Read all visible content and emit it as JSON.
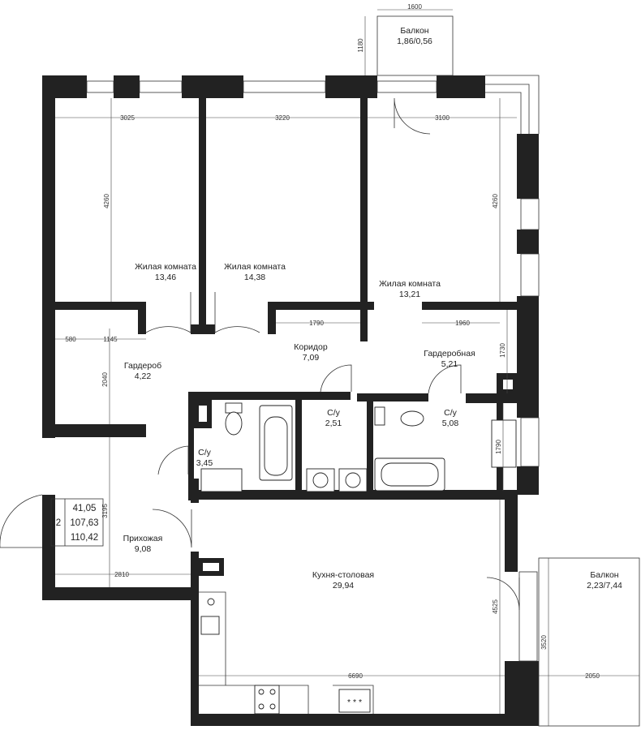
{
  "rooms": [
    {
      "id": "living-1",
      "name": "Жилая комната",
      "area": "13,46"
    },
    {
      "id": "living-2",
      "name": "Жилая комната",
      "area": "14,38"
    },
    {
      "id": "living-3",
      "name": "Жилая комната",
      "area": "13,21"
    },
    {
      "id": "wardrobe",
      "name": "Гардероб",
      "area": "4,22"
    },
    {
      "id": "corridor",
      "name": "Коридор",
      "area": "7,09"
    },
    {
      "id": "dressing-room",
      "name": "Гардеробная",
      "area": "5,21"
    },
    {
      "id": "bath-1",
      "name": "С/у",
      "area": "2,51"
    },
    {
      "id": "bath-2",
      "name": "С/у",
      "area": "5,08"
    },
    {
      "id": "bath-3",
      "name": "С/у",
      "area": "3,45"
    },
    {
      "id": "hallway",
      "name": "Прихожая",
      "area": "9,08"
    },
    {
      "id": "kitchen",
      "name": "Кухня-столовая",
      "area": "29,94"
    },
    {
      "id": "balcony-top",
      "name": "Балкон",
      "area": "1,86/0,56"
    },
    {
      "id": "balcony-right",
      "name": "Балкон",
      "area": "2,23/7,44"
    }
  ],
  "dimensions": {
    "room1_width": "3025",
    "room2_width": "3220",
    "room3_width": "3100",
    "room1_height": "4260",
    "room3_height": "4260",
    "balcony_top_width": "1600",
    "balcony_top_depth": "1180",
    "corridor_left": "1790",
    "corridor_right": "1960",
    "dressing_height": "1730",
    "wardrobe_left": "580",
    "wardrobe_width": "1145",
    "wardrobe_height": "2040",
    "bath_height": "1790",
    "hallway_height": "3195",
    "hallway_width": "2810",
    "kitchen_height": "4525",
    "kitchen_width": "6690",
    "balcony_right_depth": "3520",
    "balcony_right_width": "2050"
  },
  "summary": {
    "rooms_count": "2",
    "living_area": "41,05",
    "total_area": "107,63",
    "total_area_with_balconies": "110,42"
  },
  "stove_marks": "* * *"
}
